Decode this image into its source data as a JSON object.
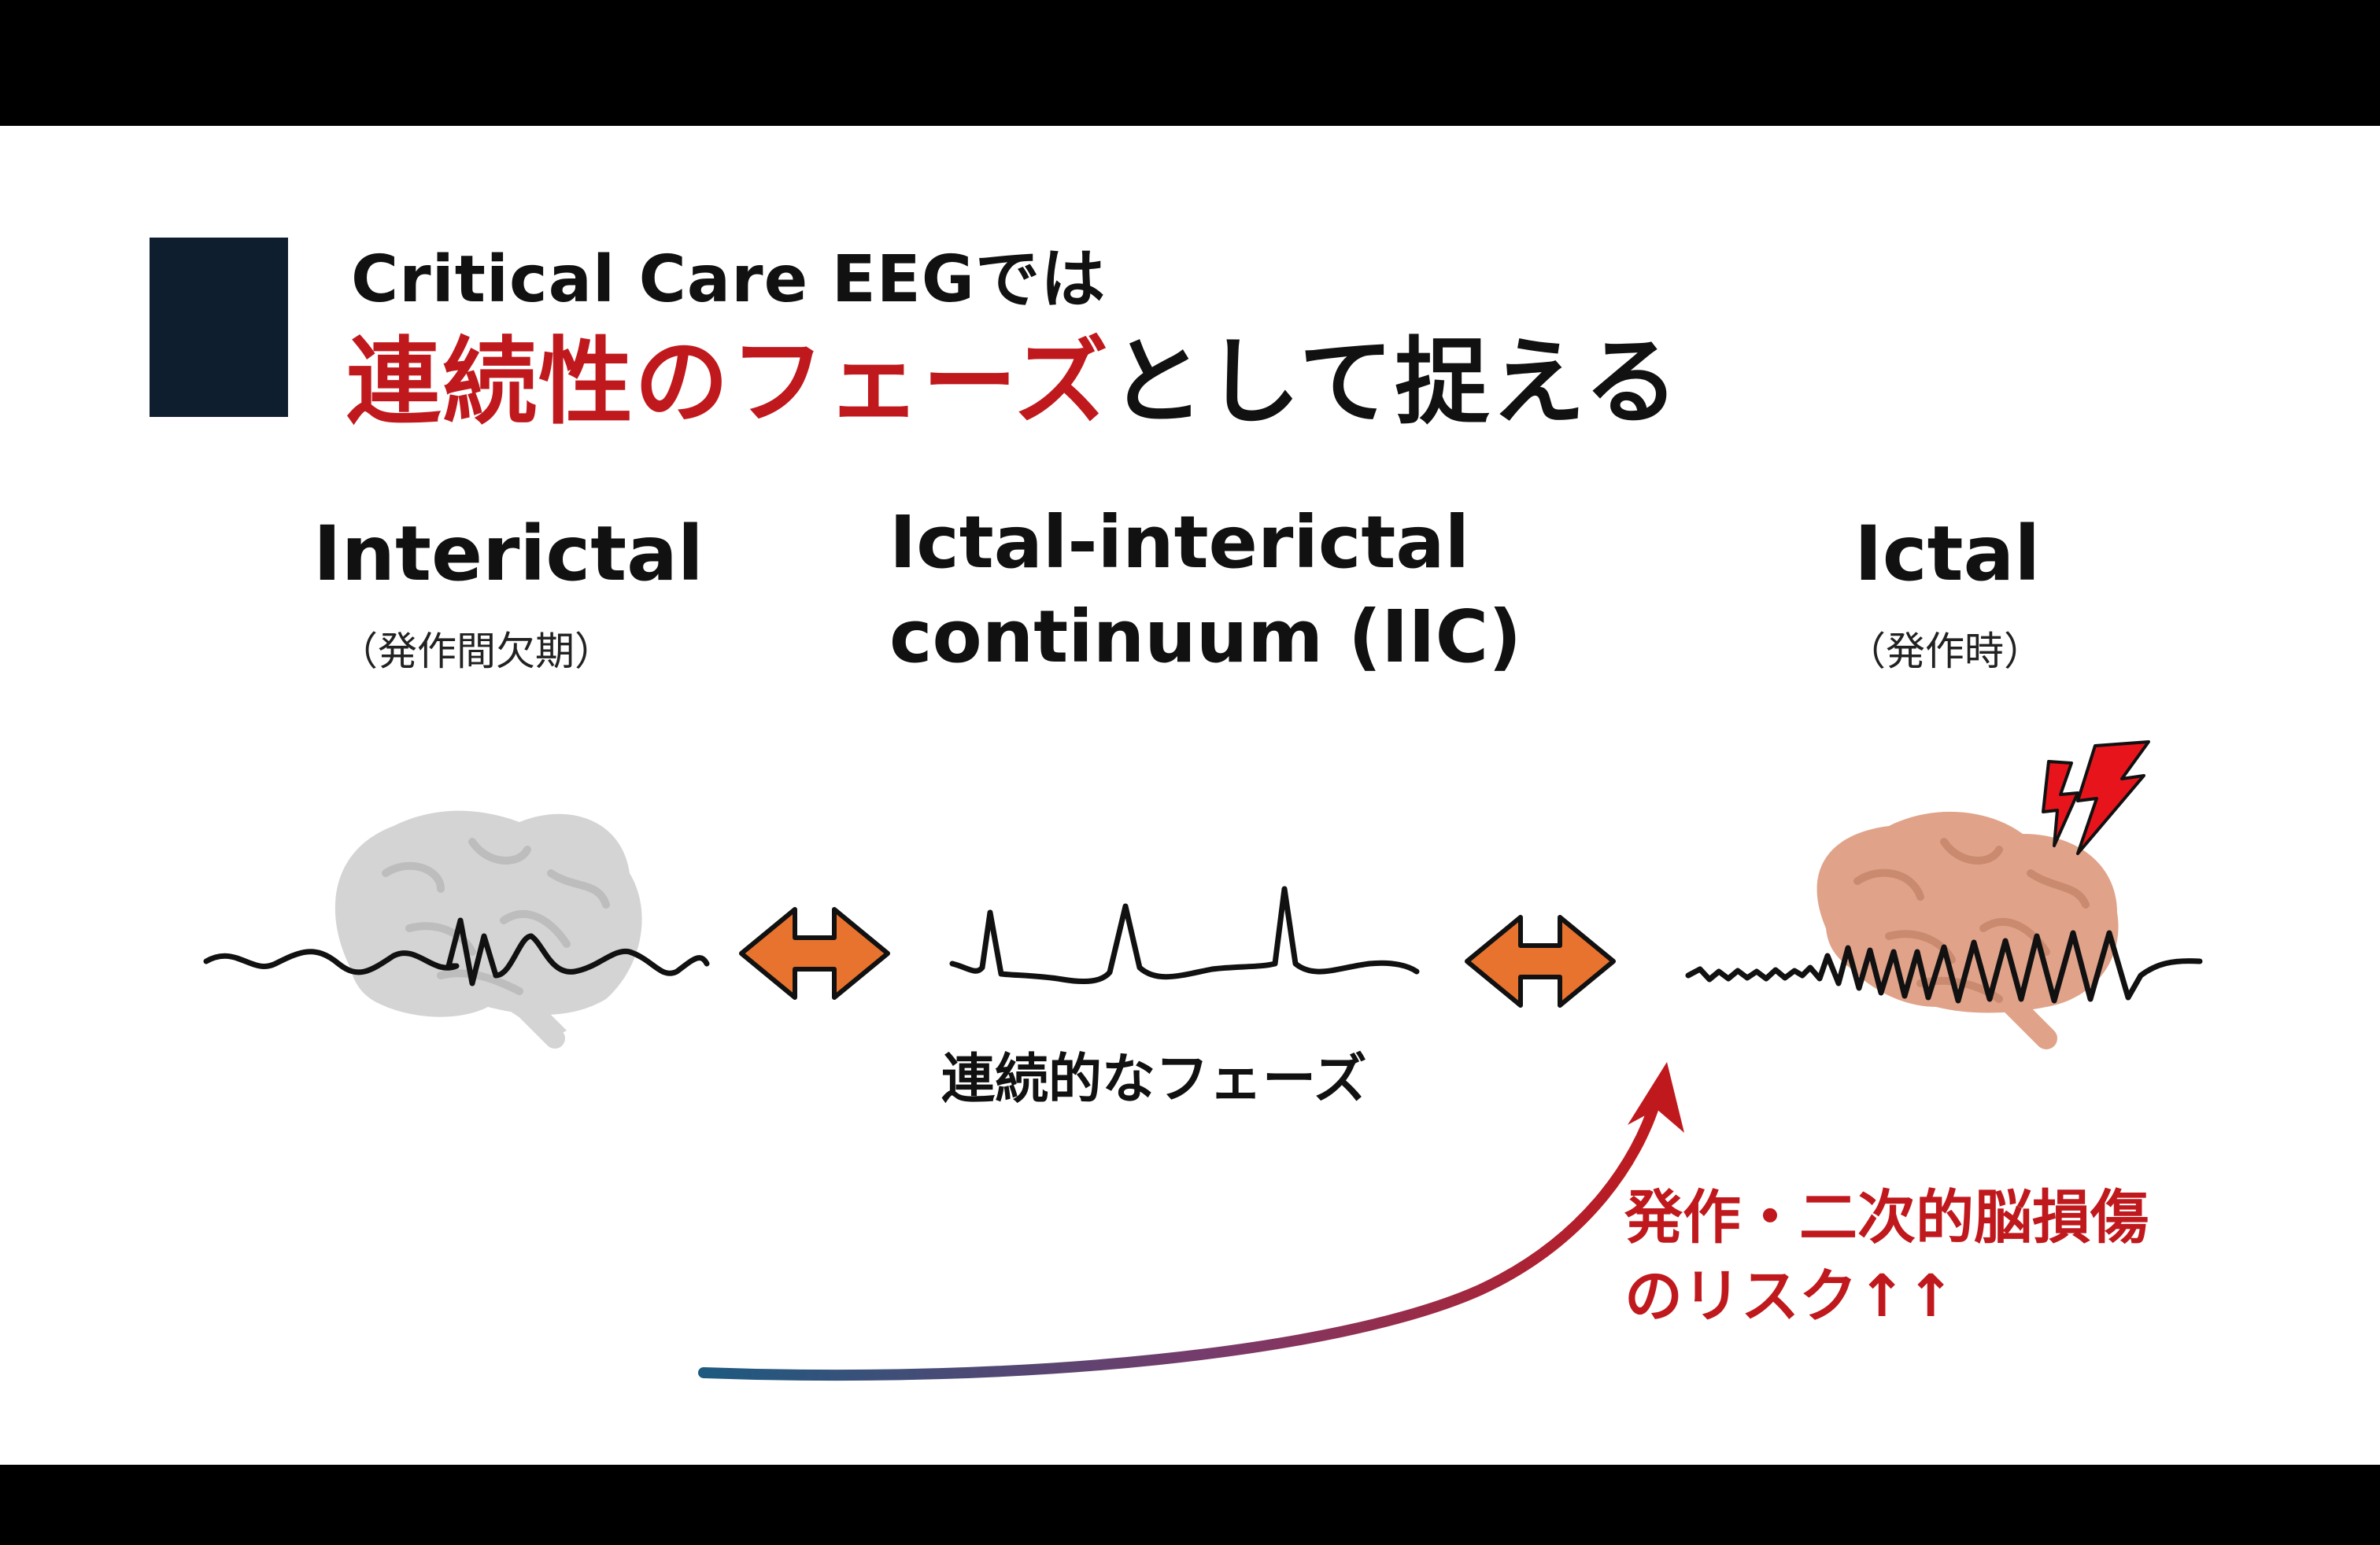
{
  "title": {
    "line1": "Critical Care EEGでは",
    "line2_accent": "連続性のフェーズ",
    "line2_rest": "として捉える"
  },
  "phases": [
    {
      "title": "Interictal",
      "subtitle": "（発作間欠期）"
    },
    {
      "title_line1": "Ictal-interictal",
      "title_line2": "continuum (IIC)"
    },
    {
      "title": "Ictal",
      "subtitle": "（発作時）"
    }
  ],
  "caption": "連続的なフェーズ",
  "risk": {
    "line1": "発作・二次的脳損傷",
    "line2": "のリスク↑↑"
  },
  "colors": {
    "accent_red": "#c0191d",
    "title_square": "#0f1e2e",
    "arrow_orange": "#e8732f",
    "brain_gray": "#d4d4d4",
    "brain_ictal": "#e0a38a",
    "curve_start": "#1d5a80",
    "curve_end": "#c0191d"
  },
  "icons": [
    "brain-gray-icon",
    "brain-ictal-icon",
    "lightning-icon",
    "double-arrow-icon"
  ]
}
